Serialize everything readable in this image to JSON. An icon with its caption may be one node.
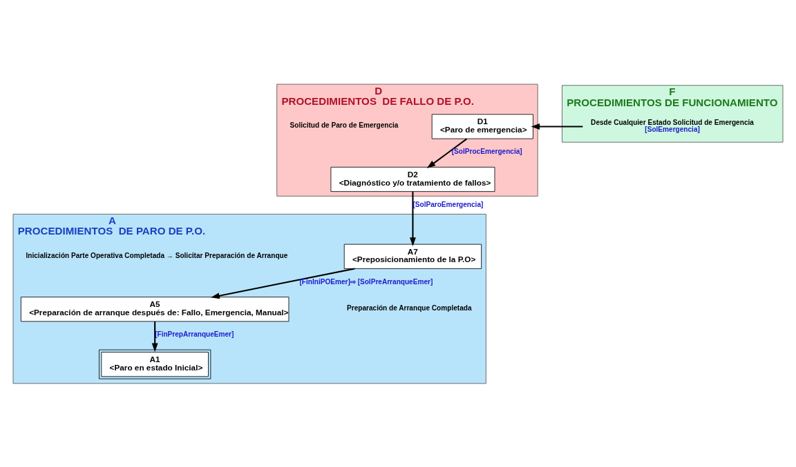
{
  "diagram": {
    "nodes": [
      {
        "text": [
          "A",
          "PROCEDIMIENTOS  DE PARO DE P.O."
        ]
      },
      {
        "text": [
          "A7",
          "<Preposicionamiento de la P.O>"
        ],
        "in": 0
      },
      {
        "text": [
          "A1",
          "<Paro en estado Inicial>"
        ],
        "in": 0
      },
      {
        "text": [
          "A5",
          "<Preparación de arranque después de: Fallo, Emergencia, Manual>"
        ],
        "in": 0
      },
      {
        "text": [
          "D",
          "PROCEDIMIENTOS  DE FALLO DE P.O."
        ]
      },
      {
        "text": [
          "D2",
          "<Diagnóstico y/o tratamiento de fallos>"
        ],
        "in": 4
      },
      {
        "text": [
          "D1",
          "<Paro de emergencia>"
        ],
        "in": 4
      },
      {
        "text": [
          "F",
          "PROCEDIMIENTOS DE FUNCIONAMIENTO"
        ]
      },
      {
        "text": [
          "Desde Cualquier Estado Solicitud de Emergencia",
          "[SolEmergencia]"
        ],
        "in": 7
      }
    ],
    "edges": [
      {
        "from": 1,
        "to": 3,
        "arrow": "to",
        "label": "[FinIniPOEmer]⇨ [SolPreArranqueEmer]"
      },
      {
        "from": 3,
        "to": 2,
        "arrow": "to",
        "label": "[FinPrepArranqueEmer]"
      },
      {
        "from": 5,
        "to": 1,
        "arrow": "to",
        "label": "[SolParoEmergencia]"
      },
      {
        "from": 6,
        "to": 5,
        "arrow": "to",
        "label": "[SolProcEmergencia]"
      },
      {
        "from": 8,
        "to": 6,
        "arrow": "to"
      }
    ],
    "labels": [
      "Inicialización Parte Operativa Completada → Solicitar Preparación de Arranque",
      "Preparación de Arranque Completada",
      "Solicitud de Paro de Emergencia"
    ]
  }
}
